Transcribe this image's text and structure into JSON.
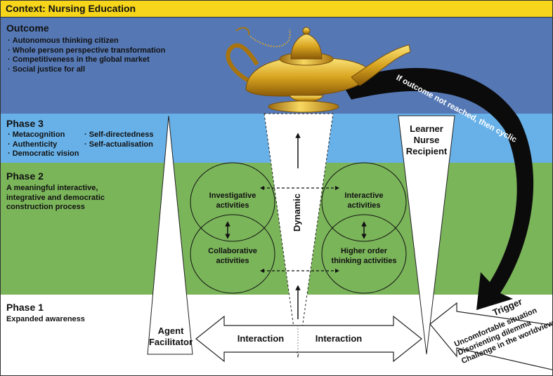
{
  "header": {
    "title": "Context: Nursing Education"
  },
  "outcome": {
    "title": "Outcome",
    "items": [
      "Autonomous thinking citizen",
      "Whole person perspective transformation",
      "Competitiveness in the global market",
      "Social justice for all"
    ]
  },
  "phase3": {
    "title": "Phase 3",
    "col1": [
      "Metacognition",
      "Authenticity",
      "Democratic vision"
    ],
    "col2": [
      "Self-directedness",
      "Self-actualisation"
    ]
  },
  "phase2": {
    "title": "Phase 2",
    "desc": [
      "A meaningful interactive,",
      "integrative and democratic",
      "construction process"
    ]
  },
  "phase1": {
    "title": "Phase 1",
    "desc": "Expanded awareness"
  },
  "agent": {
    "line1": "Agent",
    "line2": "Facilitator"
  },
  "learner": {
    "line1": "Learner",
    "line2": "Nurse",
    "line3": "Recipient"
  },
  "activities": {
    "investigative": [
      "Investigative",
      "activities"
    ],
    "collaborative": [
      "Collaborative",
      "activities"
    ],
    "interactive": [
      "Interactive",
      "activities"
    ],
    "higher_order": [
      "Higher order",
      "thinking activities"
    ]
  },
  "dynamic_label": "Dynamic",
  "interaction": {
    "left": "Interaction",
    "right": "Interaction"
  },
  "cyclic_label": "If outcome not reached, then cyclic",
  "trigger": {
    "title": "Trigger",
    "items": [
      "Uncomfortable situation",
      "Disorienting dilemma",
      "Challenge in the worldview"
    ]
  },
  "colors": {
    "header": "#f6d51b",
    "outcome_band": "#5578b5",
    "phase3_band": "#68b1e8",
    "phase2_band": "#7bb55a",
    "phase1_band": "#ffffff",
    "lamp_gold": "#d9a520"
  }
}
